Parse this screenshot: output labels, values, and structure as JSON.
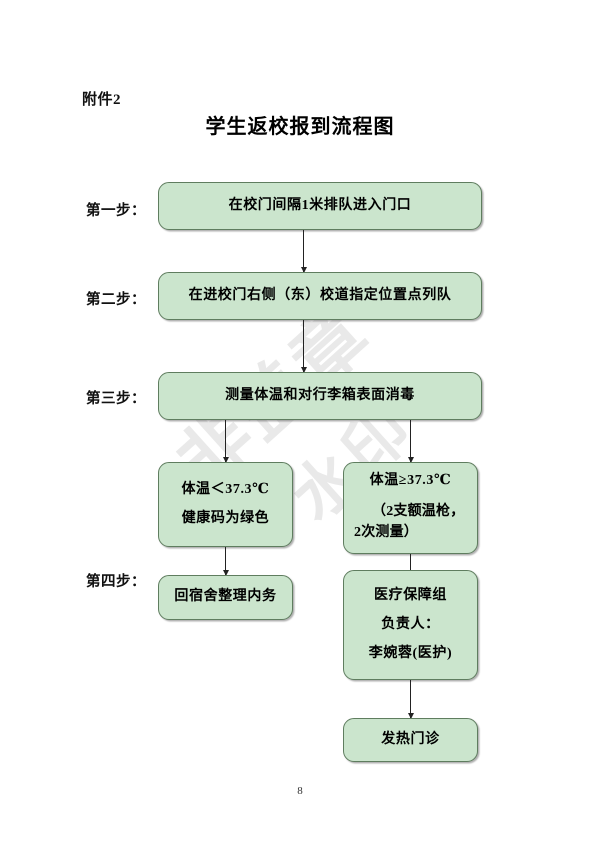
{
  "document": {
    "attachment_label": "附件2",
    "title": "学生返校报到流程图",
    "page_number": "8",
    "watermark": {
      "line_a": "非盖章",
      "line_b": "水印"
    }
  },
  "theme": {
    "box_fill": "#cbe5cd",
    "box_border": "#5f7d5f",
    "connector": "#222222",
    "text": "#000000",
    "watermark": "#e9e9e9",
    "page_background": "#ffffff"
  },
  "steps": [
    {
      "id": "step1",
      "label": "第一步："
    },
    {
      "id": "step2",
      "label": "第二步："
    },
    {
      "id": "step3",
      "label": "第三步："
    },
    {
      "id": "step4",
      "label": "第四步："
    }
  ],
  "nodes": {
    "entry_queue": {
      "text": "在校门间隔1米排队进入门口"
    },
    "lineup": {
      "text": "在进校门右侧（东）校道指定位置点列队"
    },
    "temp_check": {
      "text": "测量体温和对行李箱表面消毒"
    },
    "normal_temp": {
      "line1": "体温＜37.3℃",
      "line2": "健康码为绿色"
    },
    "high_temp": {
      "line1": "体温≥37.3℃",
      "line2": "（2支额温枪，2次测量）"
    },
    "dorm": {
      "text": "回宿舍整理内务"
    },
    "medical_group": {
      "line1": "医疗保障组",
      "line2": "负责人：",
      "line3": "李婉蓉(医护)"
    },
    "fever_clinic": {
      "text": "发热门诊"
    }
  }
}
